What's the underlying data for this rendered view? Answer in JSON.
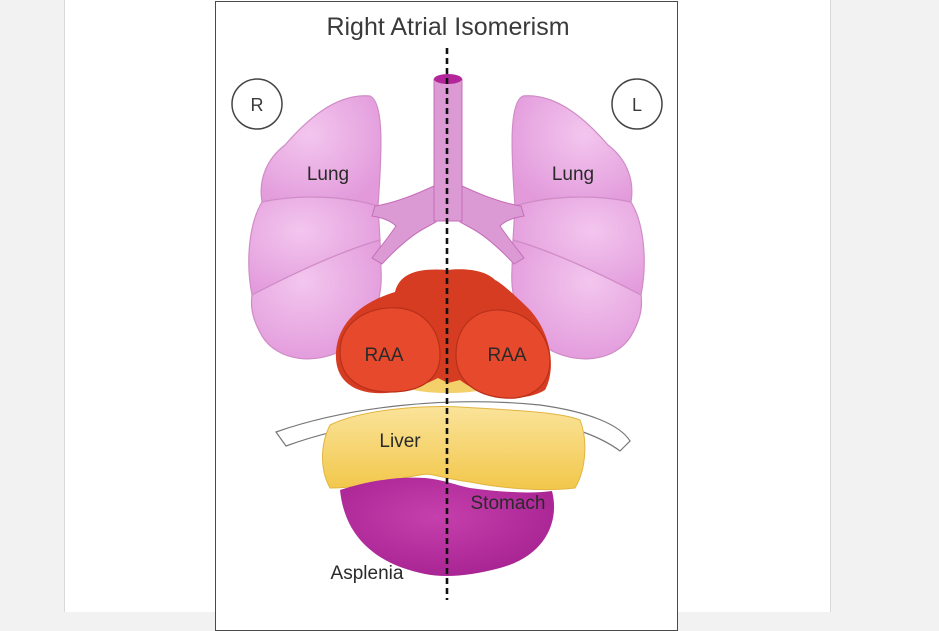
{
  "figure": {
    "title": "Right Atrial Isomerism",
    "markers": {
      "right": "R",
      "left": "L"
    },
    "labels": {
      "lung_right_side": "Lung",
      "lung_left_side": "Lung",
      "raa_right_side": "RAA",
      "raa_left_side": "RAA",
      "liver": "Liver",
      "stomach": "Stomach",
      "asplenia": "Asplenia"
    }
  },
  "colors": {
    "lung": "#e8a7e0",
    "trachea": "#dc9ad4",
    "trachea_opening": "#b3259a",
    "heart": "#e6492b",
    "heart_dark": "#d63c22",
    "liver": "#f5cf5c",
    "fat_band": "#f3d06a",
    "stomach": "#b42a9a",
    "diaphragm": "#ffffff"
  }
}
